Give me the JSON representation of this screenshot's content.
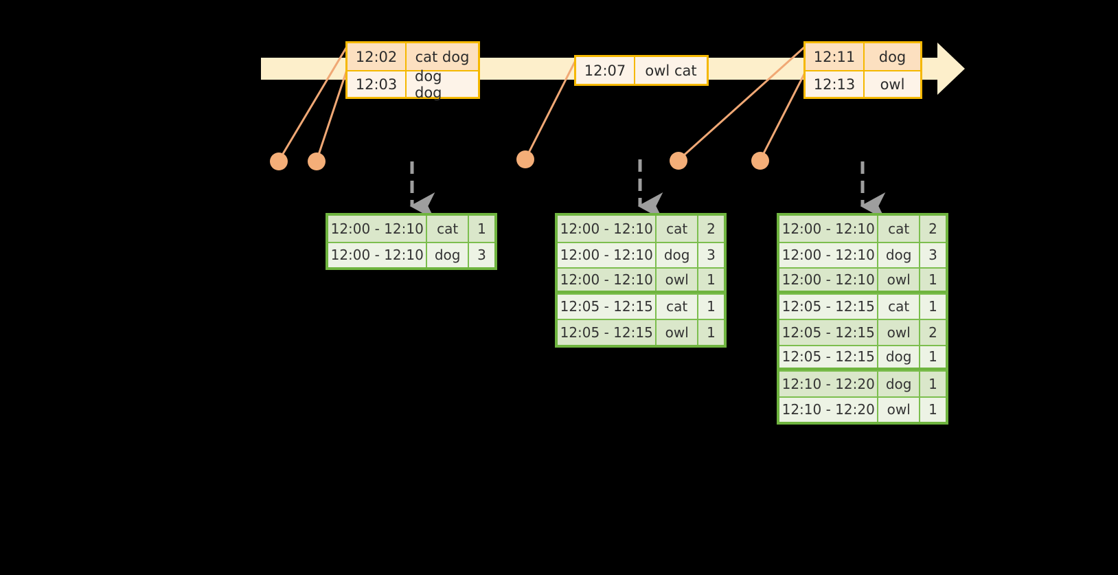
{
  "diagram": {
    "title": "sliding-window-aggregation-timeline",
    "colors": {
      "background": "#000000",
      "timeline_bar": "#FDEFCB",
      "event_border": "#F5B800",
      "event_fill": "#FDF3E8",
      "event_fill_shade": "#FCE0C0",
      "connector": "#F0A875",
      "dot": "#F4AE78",
      "table_border": "#6FB43F",
      "table_inner": "#7CBE4E",
      "table_fill": "#EDF3E5",
      "table_fill_shade": "#DAE7CA",
      "arrow_gray": "#9E9E9E"
    }
  },
  "timeline": {
    "name": "event-timeline-arrow",
    "events": [
      {
        "group": "events-group-1",
        "rows": [
          {
            "time": "12:02",
            "text": "cat dog"
          },
          {
            "time": "12:03",
            "text": "dog dog"
          }
        ]
      },
      {
        "group": "events-group-2",
        "rows": [
          {
            "time": "12:07",
            "text": "owl cat"
          }
        ]
      },
      {
        "group": "events-group-3",
        "rows": [
          {
            "time": "12:11",
            "text": "dog"
          },
          {
            "time": "12:13",
            "text": "owl"
          }
        ]
      }
    ]
  },
  "tables": [
    {
      "name": "result-table-1",
      "rows": [
        {
          "window": "12:00 - 12:10",
          "label": "cat",
          "count": "1"
        },
        {
          "window": "12:00 - 12:10",
          "label": "dog",
          "count": "3"
        }
      ]
    },
    {
      "name": "result-table-2",
      "rows": [
        {
          "window": "12:00 - 12:10",
          "label": "cat",
          "count": "2"
        },
        {
          "window": "12:00 - 12:10",
          "label": "dog",
          "count": "3"
        },
        {
          "window": "12:00 - 12:10",
          "label": "owl",
          "count": "1"
        },
        {
          "window": "12:05 - 12:15",
          "label": "cat",
          "count": "1"
        },
        {
          "window": "12:05 - 12:15",
          "label": "owl",
          "count": "1"
        }
      ]
    },
    {
      "name": "result-table-3",
      "rows": [
        {
          "window": "12:00 - 12:10",
          "label": "cat",
          "count": "2"
        },
        {
          "window": "12:00 - 12:10",
          "label": "dog",
          "count": "3"
        },
        {
          "window": "12:00 - 12:10",
          "label": "owl",
          "count": "1"
        },
        {
          "window": "12:05 - 12:15",
          "label": "cat",
          "count": "1"
        },
        {
          "window": "12:05 - 12:15",
          "label": "owl",
          "count": "2"
        },
        {
          "window": "12:05 - 12:15",
          "label": "dog",
          "count": "1"
        },
        {
          "window": "12:10 - 12:20",
          "label": "dog",
          "count": "1"
        },
        {
          "window": "12:10 - 12:20",
          "label": "owl",
          "count": "1"
        }
      ]
    }
  ]
}
